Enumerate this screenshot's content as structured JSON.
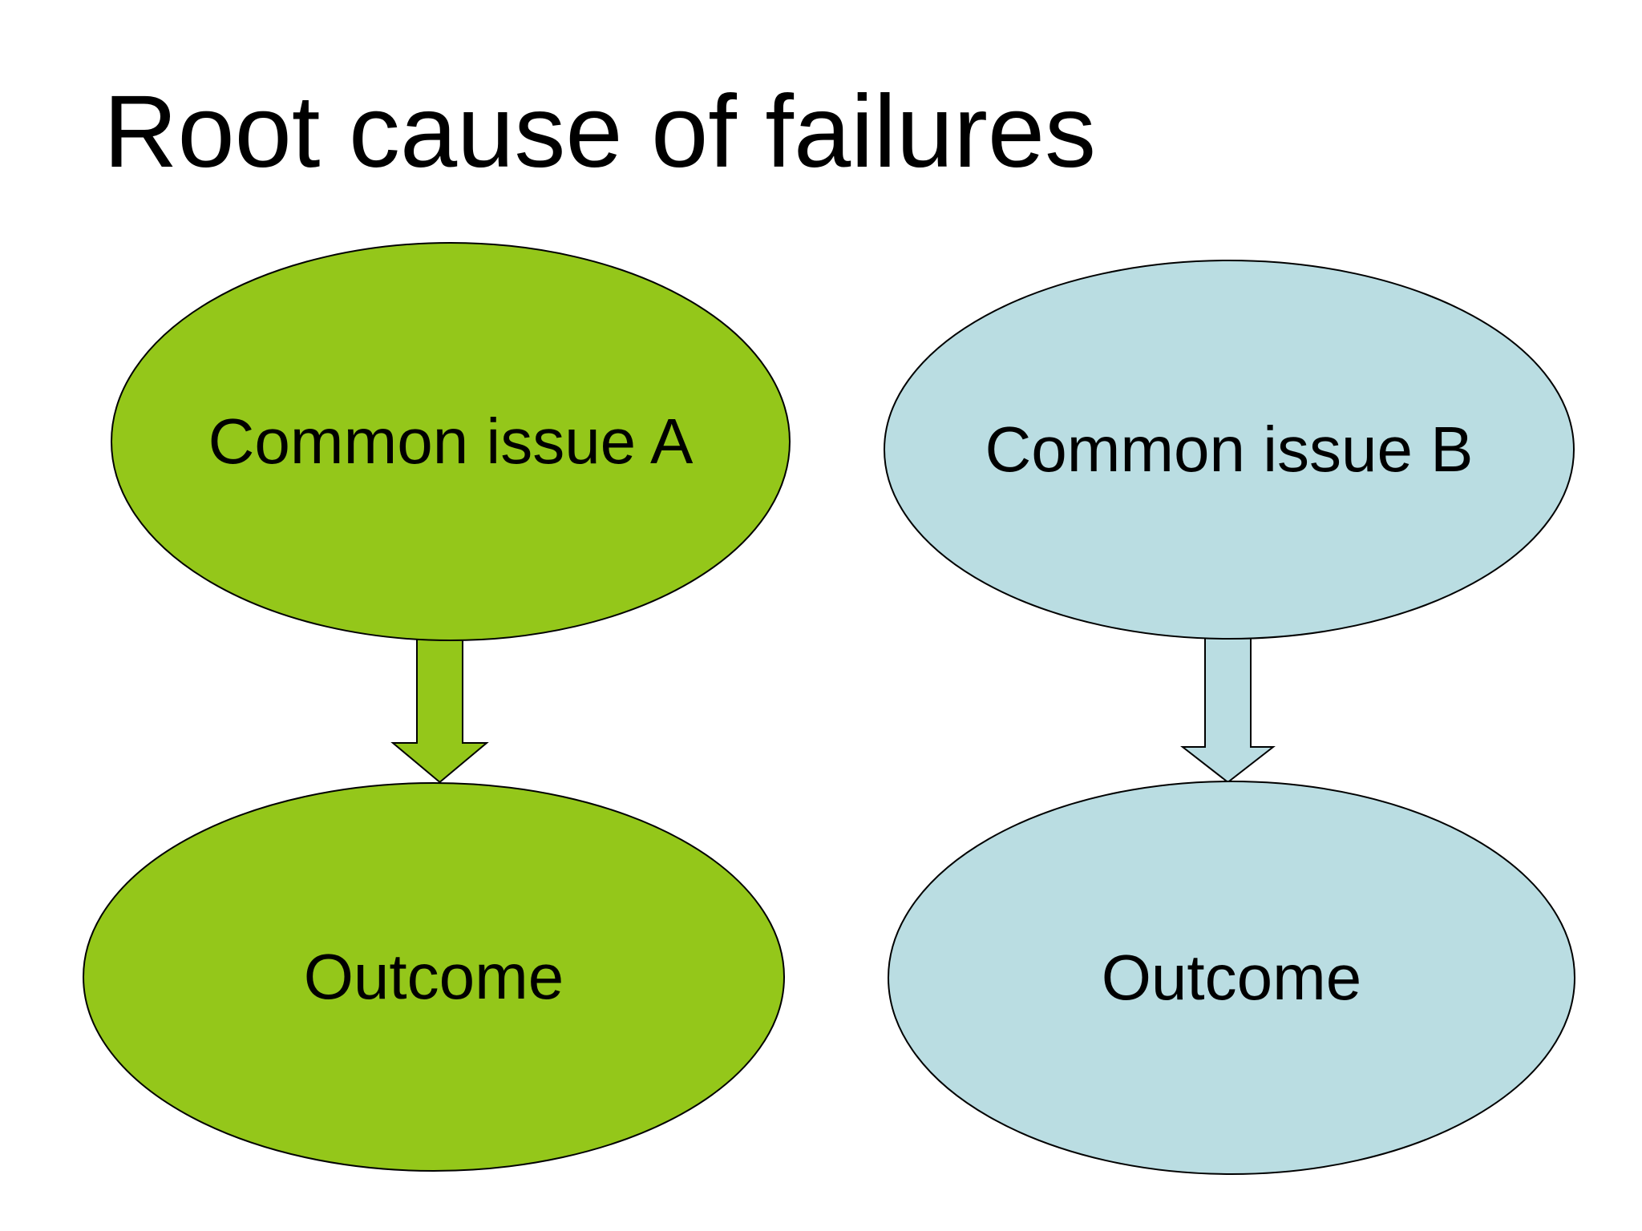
{
  "slide": {
    "title": "Root cause of failures",
    "background_color": "#FFFFFF",
    "text_color": "#000000",
    "outline_color": "#000000",
    "nodes": [
      {
        "id": "common-issue-a",
        "label": "Common issue A",
        "shape": "ellipse",
        "fill": "#94C71A",
        "position": "top-left"
      },
      {
        "id": "common-issue-b",
        "label": "Common issue B",
        "shape": "ellipse",
        "fill": "#BADDE2",
        "position": "top-right"
      },
      {
        "id": "outcome-a",
        "label": "Outcome",
        "shape": "ellipse",
        "fill": "#94C71A",
        "position": "bottom-left"
      },
      {
        "id": "outcome-b",
        "label": "Outcome",
        "shape": "ellipse",
        "fill": "#BADDE2",
        "position": "bottom-right"
      }
    ],
    "edges": [
      {
        "from": "common-issue-a",
        "to": "outcome-a",
        "type": "block-arrow-down",
        "fill": "#94C71A"
      },
      {
        "from": "common-issue-b",
        "to": "outcome-b",
        "type": "block-arrow-down",
        "fill": "#BADDE2"
      }
    ]
  }
}
